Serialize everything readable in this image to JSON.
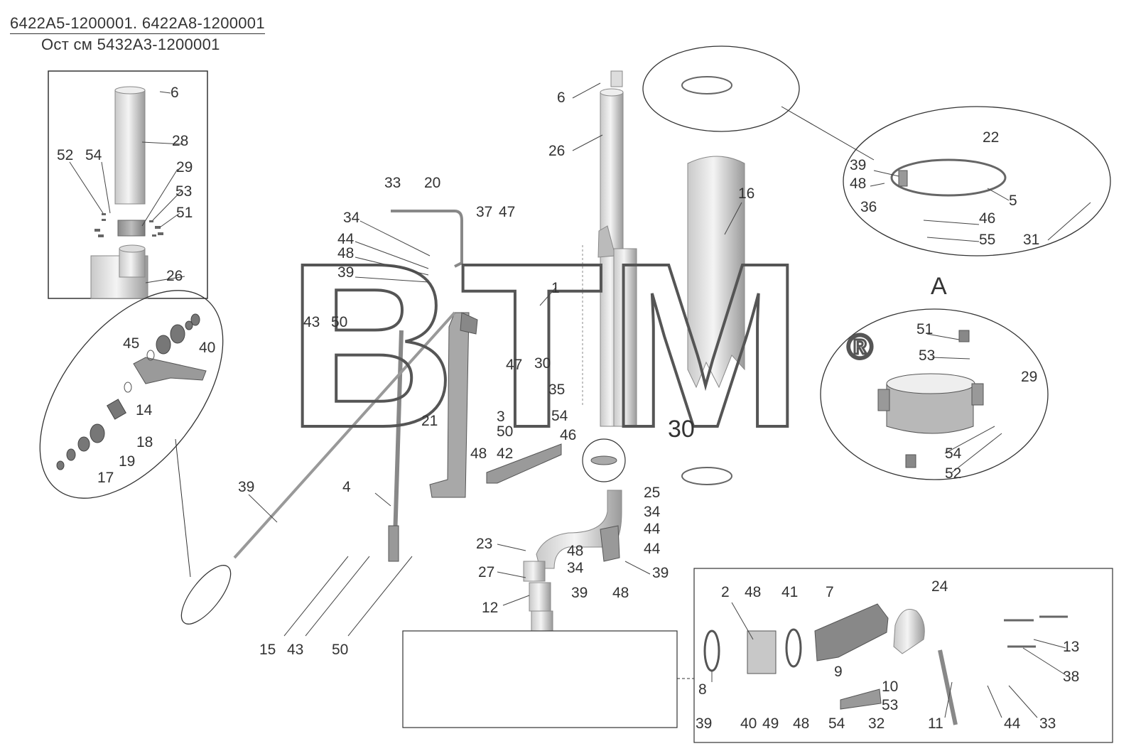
{
  "title": {
    "line1": "6422A5-1200001. 6422A8-1200001",
    "line2": "Ост см 5432А3-1200001"
  },
  "watermark": "BTM",
  "registered_mark": "®",
  "view_letter": "A",
  "callouts": {
    "inset_top_left": [
      "6",
      "28",
      "52",
      "54",
      "29",
      "53",
      "51",
      "26"
    ],
    "left_ellipse": [
      "45",
      "40",
      "14",
      "18",
      "19",
      "17"
    ],
    "center": [
      "6",
      "26",
      "16",
      "33",
      "20",
      "34",
      "44",
      "48",
      "39",
      "37",
      "47",
      "1",
      "43",
      "50",
      "47",
      "30",
      "35",
      "54",
      "46",
      "21",
      "3",
      "50",
      "48",
      "42",
      "39",
      "4",
      "23",
      "27",
      "12",
      "25",
      "34",
      "44",
      "48",
      "34",
      "44",
      "39",
      "48",
      "39",
      "15",
      "43",
      "50",
      "30",
      "A"
    ],
    "top_right_ellipse": [
      "22",
      "39",
      "48",
      "5",
      "36",
      "46",
      "55",
      "31"
    ],
    "view_a": [
      "A",
      "51",
      "53",
      "29",
      "54",
      "52"
    ],
    "bottom_right_inset": [
      "2",
      "48",
      "41",
      "7",
      "24",
      "8",
      "9",
      "13",
      "38",
      "10",
      "53",
      "39",
      "40",
      "49",
      "48",
      "54",
      "32",
      "11",
      "44",
      "33"
    ]
  }
}
